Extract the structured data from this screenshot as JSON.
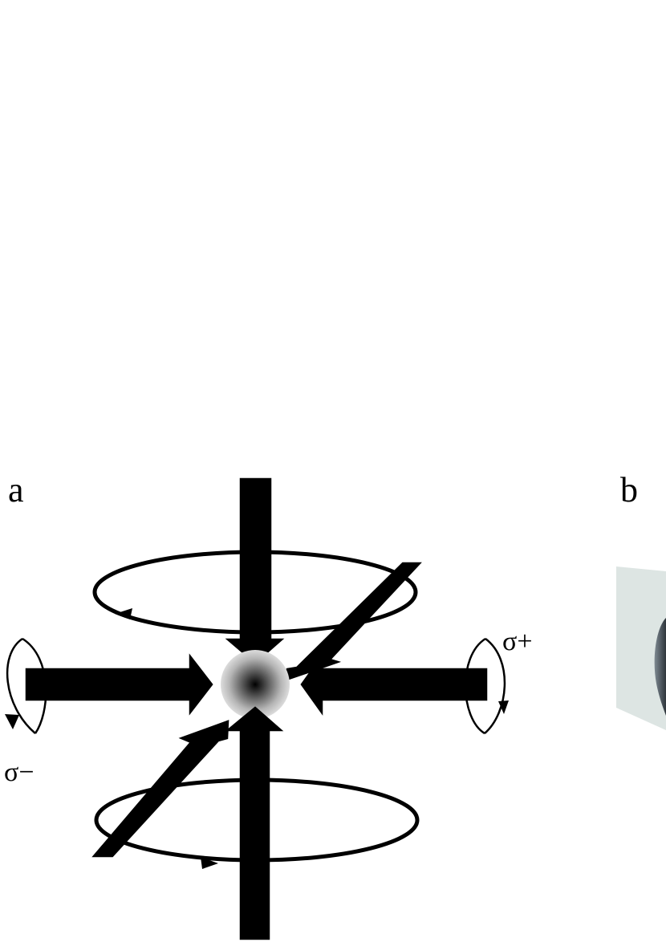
{
  "panels": {
    "a": {
      "label": "a"
    },
    "b": {
      "label": "b"
    }
  },
  "polarization": {
    "right": "σ+",
    "left": "σ−"
  },
  "colors": {
    "beam_fill": "#b3b3b3",
    "outline": "#000000",
    "cloud_center": "#000000",
    "cloud_edge": "#d9d9d9",
    "panel_b_plate": "#dde5e3",
    "panel_b_object": "#59616a"
  }
}
